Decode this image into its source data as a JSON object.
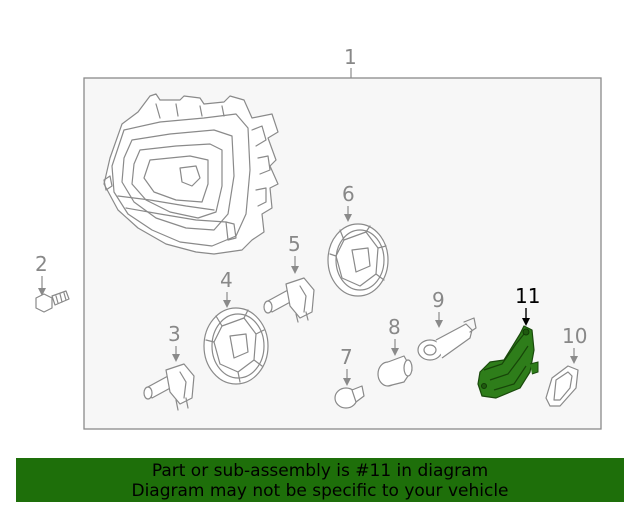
{
  "diagram": {
    "callouts": [
      {
        "id": "1",
        "label": "1"
      },
      {
        "id": "2",
        "label": "2"
      },
      {
        "id": "3",
        "label": "3"
      },
      {
        "id": "4",
        "label": "4"
      },
      {
        "id": "5",
        "label": "5"
      },
      {
        "id": "6",
        "label": "6"
      },
      {
        "id": "7",
        "label": "7"
      },
      {
        "id": "8",
        "label": "8"
      },
      {
        "id": "9",
        "label": "9"
      },
      {
        "id": "10",
        "label": "10"
      },
      {
        "id": "11",
        "label": "11"
      }
    ],
    "highlighted_part": "11",
    "highlight_color": "#2e7d1a"
  },
  "banner": {
    "line1": "Part or sub-assembly is #11 in diagram",
    "line2": "Diagram may not be specific to your vehicle",
    "background": "#1e6f0a"
  }
}
